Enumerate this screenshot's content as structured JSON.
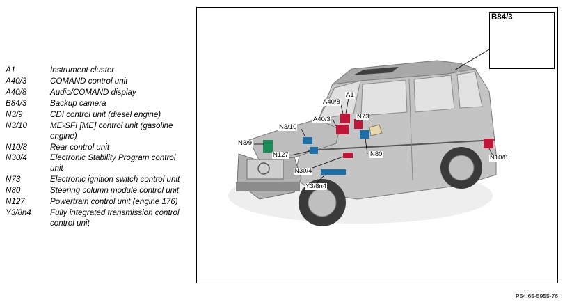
{
  "legend": [
    {
      "code": "A1",
      "desc": "Instrument cluster"
    },
    {
      "code": "A40/3",
      "desc": "COMAND control unit"
    },
    {
      "code": "A40/8",
      "desc": "Audio/COMAND display"
    },
    {
      "code": "B84/3",
      "desc": "Backup camera"
    },
    {
      "code": "N3/9",
      "desc": "CDI control unit (diesel engine)"
    },
    {
      "code": "N3/10",
      "desc": "ME-SFI [ME] control unit (gasoline engine)"
    },
    {
      "code": "N10/8",
      "desc": "Rear control unit"
    },
    {
      "code": "N30/4",
      "desc": "Electronic Stability Program control unit"
    },
    {
      "code": "N73",
      "desc": "Electronic ignition switch control unit"
    },
    {
      "code": "N80",
      "desc": "Steering column module control unit"
    },
    {
      "code": "N127",
      "desc": "Powertrain control unit (engine 176)"
    },
    {
      "code": "Y3/8n4",
      "desc": "Fully integrated transmission control control unit"
    }
  ],
  "figure": {
    "inset_label": "B84/3",
    "callouts": {
      "a1": "A1",
      "a40_8": "A40/8",
      "a40_3": "A40/3",
      "n73": "N73",
      "n3_10": "N3/10",
      "n3_9": "N3/9",
      "n127": "N127",
      "n80": "N80",
      "n30_4": "N30/4",
      "y3_8n4": "Y3/8n4",
      "n10_8": "N10/8"
    }
  },
  "figure_ref": "P54.65-5955-76",
  "colors": {
    "body": "#b9b9b9",
    "body_dark": "#8e8e8e",
    "glass": "#d8d8d8",
    "tire": "#3a3a3a",
    "component_red": "#c0163a",
    "component_blue": "#1e6fa8",
    "component_green": "#1f8a5a"
  }
}
